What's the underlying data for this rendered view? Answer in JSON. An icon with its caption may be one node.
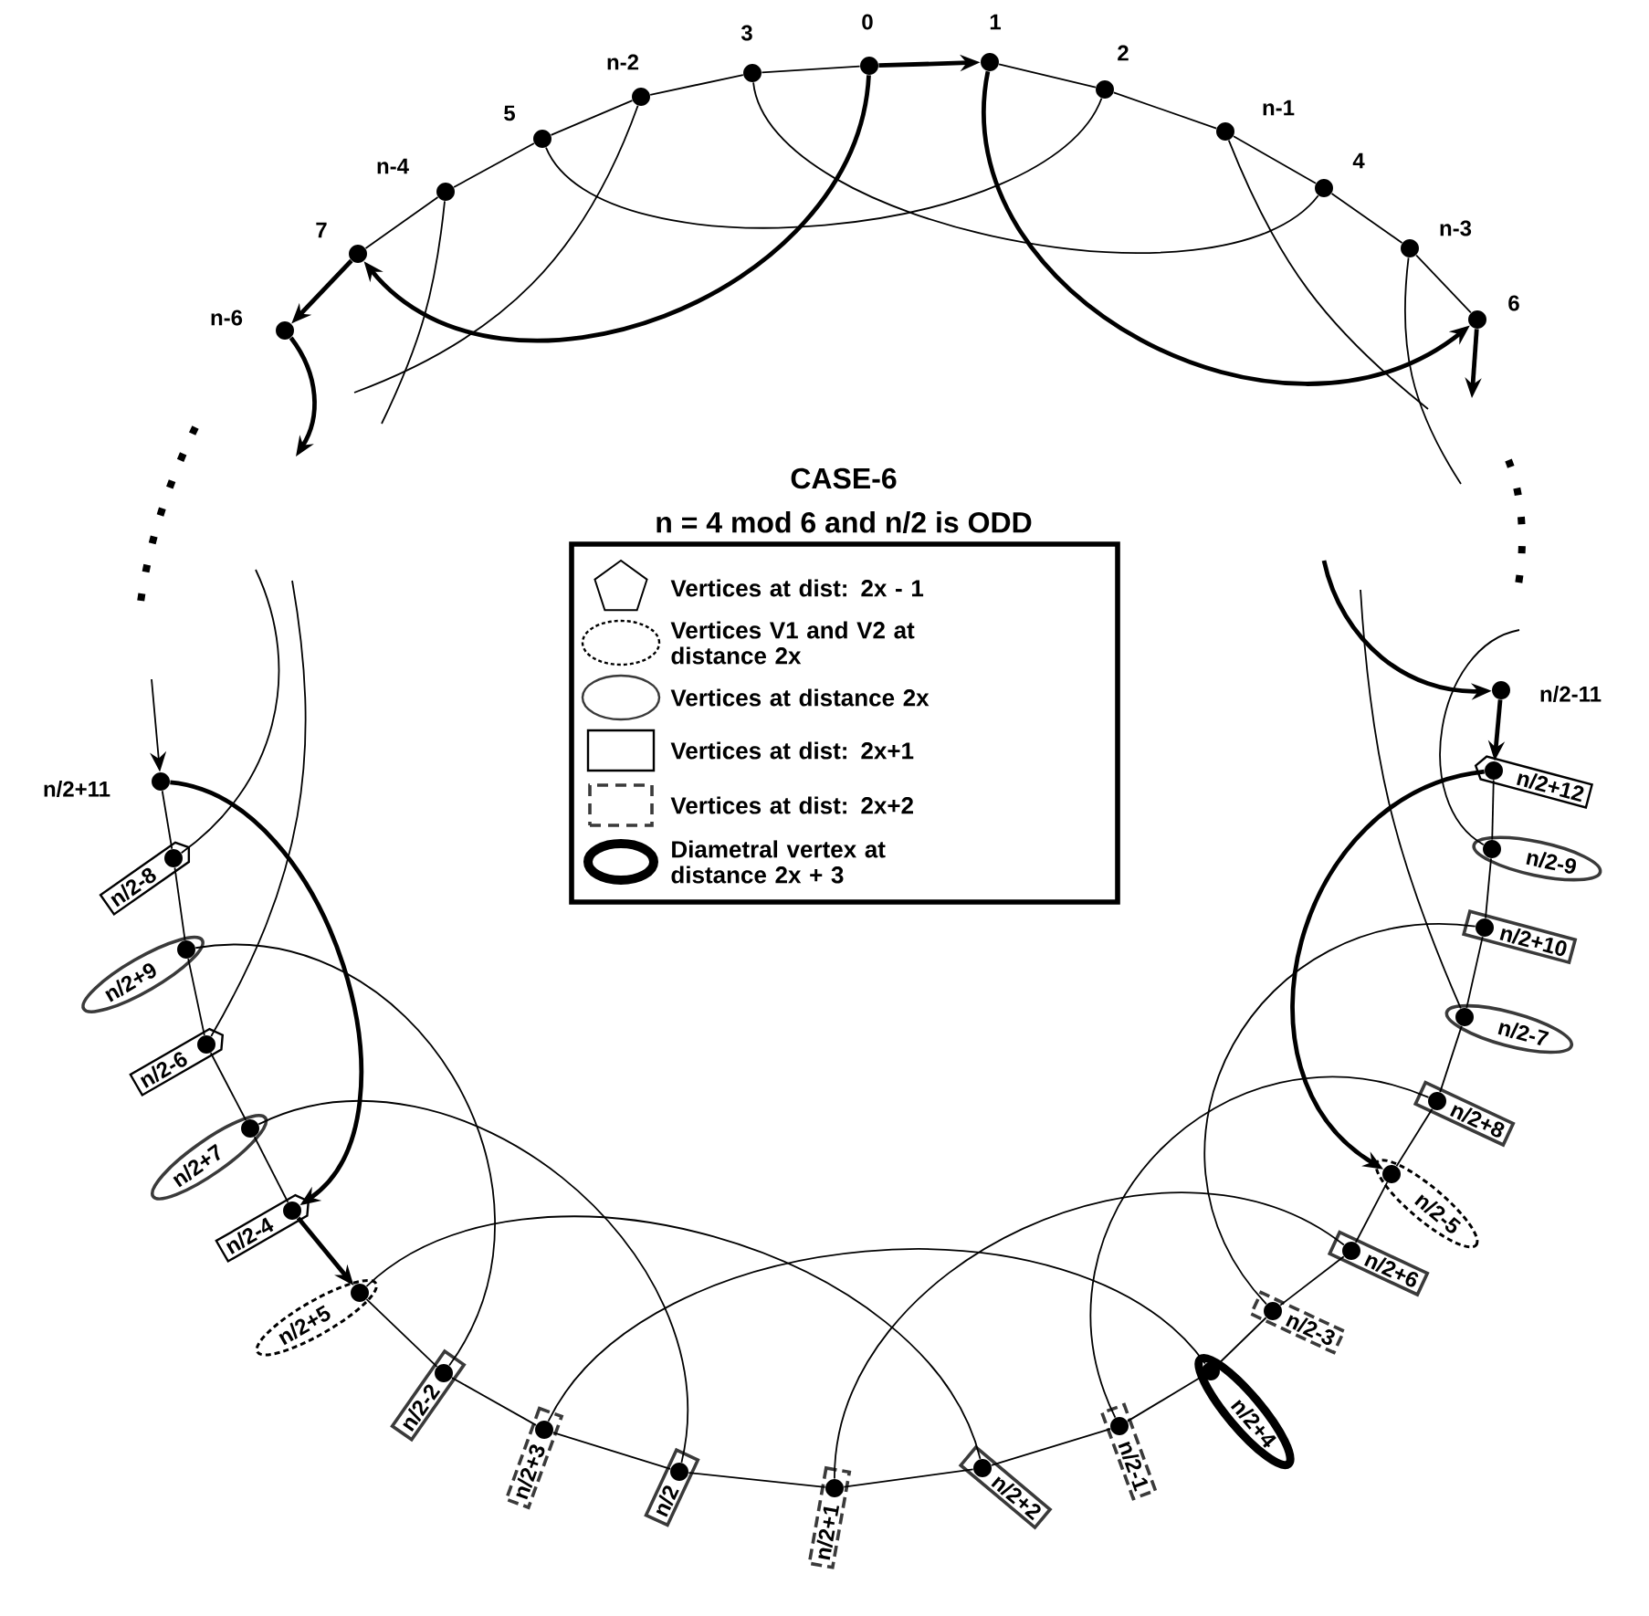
{
  "diagram": {
    "title": "CASE-6",
    "nodes": [
      {
        "text": [],
        "shape": "circle",
        "beside": [
          "n-6"
        ]
      },
      {
        "text": [],
        "shape": "circle",
        "beside": [
          "7"
        ]
      },
      {
        "text": [],
        "shape": "circle",
        "beside": [
          "n-4"
        ]
      },
      {
        "text": [],
        "shape": "circle",
        "beside": [
          "5"
        ]
      },
      {
        "text": [],
        "shape": "circle",
        "beside": [
          "n-2"
        ]
      },
      {
        "text": [],
        "shape": "circle",
        "beside": [
          "3"
        ]
      },
      {
        "text": [],
        "shape": "circle",
        "beside": [
          "0"
        ]
      },
      {
        "text": [],
        "shape": "circle",
        "beside": [
          "1"
        ]
      },
      {
        "text": [],
        "shape": "circle",
        "beside": [
          "2"
        ]
      },
      {
        "text": [],
        "shape": "circle",
        "beside": [
          "n-1"
        ]
      },
      {
        "text": [],
        "shape": "circle",
        "beside": [
          "4"
        ]
      },
      {
        "text": [],
        "shape": "circle",
        "beside": [
          "n-3"
        ]
      },
      {
        "text": [],
        "shape": "circle",
        "beside": [
          "6"
        ]
      },
      {
        "text": [],
        "shape": "circle",
        "beside": [
          "n/2-11"
        ]
      },
      {
        "text": [
          "n/2+12"
        ]
      },
      {
        "text": [],
        "shape": "circle",
        "in": 14
      },
      {
        "text": [
          "n/2-9"
        ]
      },
      {
        "text": [],
        "shape": "circle",
        "in": 16
      },
      {
        "text": [
          "n/2+10"
        ]
      },
      {
        "text": [],
        "shape": "circle",
        "in": 18
      },
      {
        "text": [
          "n/2-7"
        ]
      },
      {
        "text": [],
        "shape": "circle",
        "in": 20
      },
      {
        "text": [
          "n/2+8"
        ]
      },
      {
        "text": [],
        "shape": "circle",
        "in": 22
      },
      {
        "text": [
          "n/2-5"
        ]
      },
      {
        "text": [],
        "shape": "circle",
        "in": 24
      },
      {
        "text": [
          "n/2+6"
        ]
      },
      {
        "text": [],
        "shape": "circle",
        "in": 26
      },
      {
        "text": [
          "n/2-3"
        ]
      },
      {
        "text": [],
        "shape": "circle",
        "in": 28
      },
      {
        "text": [
          "n/2+4"
        ]
      },
      {
        "text": [],
        "shape": "circle",
        "in": 30
      },
      {
        "text": [
          "n/2-1"
        ]
      },
      {
        "text": [],
        "shape": "circle",
        "in": 32
      },
      {
        "text": [
          "n/2+2"
        ]
      },
      {
        "text": [],
        "shape": "circle",
        "in": 34
      },
      {
        "text": [
          "n/2+1"
        ]
      },
      {
        "text": [],
        "shape": "circle",
        "in": 36
      },
      {
        "text": [
          "n/2"
        ]
      },
      {
        "text": [],
        "shape": "circle",
        "in": 38
      },
      {
        "text": [
          "n/2+3"
        ]
      },
      {
        "text": [],
        "shape": "circle",
        "in": 40
      },
      {
        "text": [
          "n/2-2"
        ]
      },
      {
        "text": [],
        "shape": "circle",
        "in": 42
      },
      {
        "text": [
          "n/2+5"
        ]
      },
      {
        "text": [],
        "shape": "circle",
        "in": 44
      },
      {
        "text": [
          "n/2-4"
        ]
      },
      {
        "text": [],
        "shape": "circle",
        "in": 46
      },
      {
        "text": [
          "n/2+7"
        ]
      },
      {
        "text": [],
        "shape": "circle",
        "in": 48
      },
      {
        "text": [
          "n/2-6"
        ]
      },
      {
        "text": [],
        "shape": "circle",
        "in": 50
      },
      {
        "text": [
          "n/2+9"
        ]
      },
      {
        "text": [],
        "shape": "circle",
        "in": 52
      },
      {
        "text": [
          "n/2-8"
        ]
      },
      {
        "text": [],
        "shape": "circle",
        "in": 54
      },
      {
        "text": [],
        "shape": "circle",
        "beside": [
          "n/2+11"
        ]
      }
    ],
    "edges": [
      {
        "from": 1,
        "to": 0,
        "arrow": "to",
        "style": "thick"
      },
      {
        "from": 2,
        "to": 1,
        "arrow": "none"
      },
      {
        "from": 3,
        "to": 2,
        "arrow": "none"
      },
      {
        "from": 4,
        "to": 3,
        "arrow": "none"
      },
      {
        "from": 5,
        "to": 4,
        "arrow": "none"
      },
      {
        "from": 6,
        "to": 5,
        "arrow": "none"
      },
      {
        "from": 6,
        "to": 7,
        "arrow": "to",
        "style": "thick"
      },
      {
        "from": 7,
        "to": 8,
        "arrow": "none"
      },
      {
        "from": 8,
        "to": 9,
        "arrow": "none"
      },
      {
        "from": 9,
        "to": 10,
        "arrow": "none"
      },
      {
        "from": 10,
        "to": 11,
        "arrow": "none"
      },
      {
        "from": 11,
        "to": 12,
        "arrow": "none"
      },
      {
        "from": 6,
        "to": 1,
        "arrow": "to",
        "style": "thick"
      },
      {
        "from": 7,
        "to": 12,
        "arrow": "to",
        "style": "thick"
      },
      {
        "from": 5,
        "to": 10,
        "arrow": "none"
      },
      {
        "from": 3,
        "to": 8,
        "arrow": "none"
      },
      {
        "from": 0,
        "to": null,
        "arrow": "to",
        "style": "thick"
      },
      {
        "from": 12,
        "to": null,
        "arrow": "to",
        "style": "thick"
      },
      {
        "from": 4,
        "to": null,
        "arrow": "none"
      },
      {
        "from": 2,
        "to": null,
        "arrow": "none"
      },
      {
        "from": 9,
        "to": null,
        "arrow": "none"
      },
      {
        "from": 11,
        "to": null,
        "arrow": "none"
      },
      {
        "from": null,
        "to": 13,
        "arrow": "to",
        "style": "thick"
      },
      {
        "from": 13,
        "to": 15,
        "arrow": "to",
        "style": "thick"
      },
      {
        "from": 15,
        "to": 17,
        "arrow": "none"
      },
      {
        "from": 17,
        "to": 19,
        "arrow": "none"
      },
      {
        "from": 19,
        "to": 21,
        "arrow": "none"
      },
      {
        "from": 21,
        "to": 23,
        "arrow": "none"
      },
      {
        "from": 23,
        "to": 25,
        "arrow": "none"
      },
      {
        "from": 25,
        "to": 27,
        "arrow": "none"
      },
      {
        "from": 27,
        "to": 29,
        "arrow": "none"
      },
      {
        "from": 29,
        "to": 31,
        "arrow": "none"
      },
      {
        "from": 31,
        "to": 33,
        "arrow": "none"
      },
      {
        "from": 33,
        "to": 35,
        "arrow": "none"
      },
      {
        "from": 35,
        "to": 37,
        "arrow": "none"
      },
      {
        "from": 37,
        "to": 39,
        "arrow": "none"
      },
      {
        "from": 39,
        "to": 41,
        "arrow": "none"
      },
      {
        "from": 41,
        "to": 43,
        "arrow": "none"
      },
      {
        "from": 43,
        "to": 45,
        "arrow": "none"
      },
      {
        "from": 47,
        "to": 45,
        "arrow": "to",
        "style": "thick"
      },
      {
        "from": 49,
        "to": 47,
        "arrow": "none"
      },
      {
        "from": 51,
        "to": 49,
        "arrow": "none"
      },
      {
        "from": 53,
        "to": 51,
        "arrow": "none"
      },
      {
        "from": 55,
        "to": 53,
        "arrow": "none"
      },
      {
        "from": 56,
        "to": 55,
        "arrow": "none"
      },
      {
        "from": 15,
        "to": 25,
        "arrow": "to",
        "style": "thick"
      },
      {
        "from": 56,
        "to": 47,
        "arrow": "to",
        "style": "thick"
      },
      {
        "from": 53,
        "to": 43,
        "arrow": "none"
      },
      {
        "from": 49,
        "to": 39,
        "arrow": "none"
      },
      {
        "from": 45,
        "to": 35,
        "arrow": "none"
      },
      {
        "from": 41,
        "to": 31,
        "arrow": "none"
      },
      {
        "from": 37,
        "to": 27,
        "arrow": "none"
      },
      {
        "from": 33,
        "to": 23,
        "arrow": "none"
      },
      {
        "from": 29,
        "to": 19,
        "arrow": "none"
      },
      {
        "from": null,
        "to": 21,
        "arrow": "none"
      },
      {
        "from": null,
        "to": 17,
        "arrow": "none"
      },
      {
        "from": null,
        "to": 56,
        "arrow": "to"
      },
      {
        "from": null,
        "to": 55,
        "arrow": "none"
      },
      {
        "from": null,
        "to": 51,
        "arrow": "none"
      }
    ],
    "labels": [
      "n = 4 mod 6 and n/2 is ODD"
    ],
    "legend": [
      {
        "text": "Vertices at dist: 2x - 1"
      },
      {
        "text": "Vertices V1 and V2 at distance 2x"
      },
      {
        "text": "Vertices at distance 2x"
      },
      {
        "text": "Vertices at dist: 2x+1"
      },
      {
        "text": "Vertices at dist: 2x+2"
      },
      {
        "text": "Diametral vertex at distance 2x + 3"
      }
    ]
  }
}
